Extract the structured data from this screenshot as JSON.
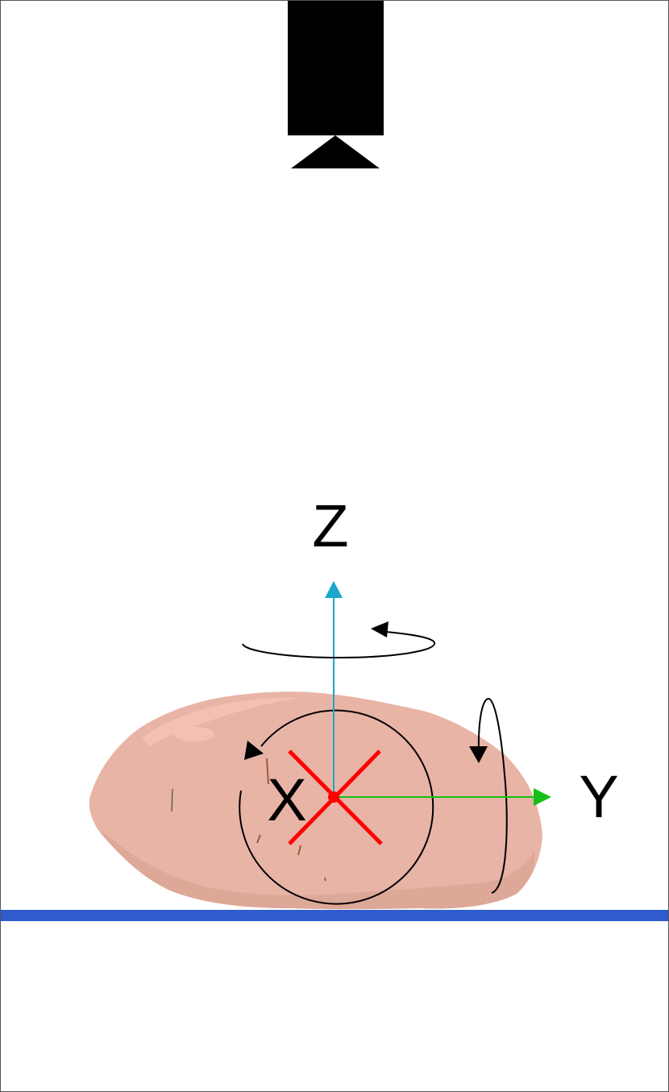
{
  "labels": {
    "z_axis": "Z",
    "y_axis": "Y",
    "x_axis": "X"
  },
  "colors": {
    "camera": "#000000",
    "ground_line": "#2f5bcc",
    "z_axis": "#1aa7c9",
    "y_axis": "#16c016",
    "x_axis_marker": "#ff0000",
    "rotation_arrows": "#000000",
    "object_fill": "#e8b4a6",
    "object_shadow": "#d9a292",
    "object_highlight": "#f5c4b5"
  },
  "icons": {
    "camera": "camera-icon",
    "object": "sweet-potato"
  }
}
